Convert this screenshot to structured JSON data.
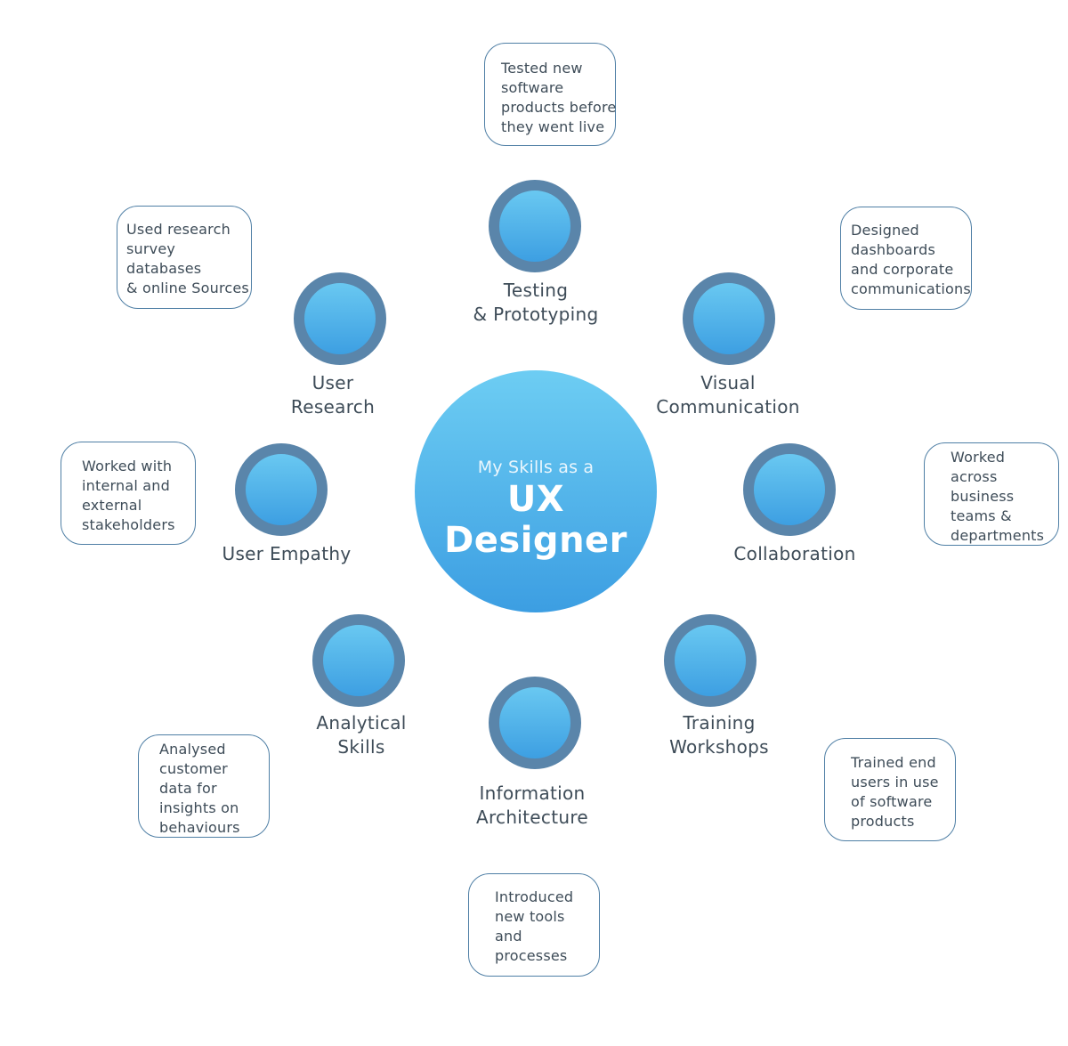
{
  "hub": {
    "subtitle": "My Skills as a",
    "title": "UX Designer"
  },
  "skills": [
    {
      "id": "testing",
      "label_lines": [
        "Testing",
        "& Prototyping"
      ],
      "note_lines": [
        "Tested new",
        "software",
        "products before",
        "they went live"
      ]
    },
    {
      "id": "visual",
      "label_lines": [
        "Visual",
        "Communication"
      ],
      "note_lines": [
        "Designed",
        "dashboards",
        "and corporate",
        "communications"
      ]
    },
    {
      "id": "collaboration",
      "label_lines": [
        "Collaboration"
      ],
      "note_lines": [
        "Worked",
        "across",
        "business",
        "teams &",
        "departments"
      ]
    },
    {
      "id": "training",
      "label_lines": [
        "Training",
        "Workshops"
      ],
      "note_lines": [
        "Trained end",
        "users in use",
        "of software",
        "products"
      ]
    },
    {
      "id": "info-arch",
      "label_lines": [
        "Information",
        "Architecture"
      ],
      "note_lines": [
        "Introduced",
        "new tools",
        "and",
        "processes"
      ]
    },
    {
      "id": "analytical",
      "label_lines": [
        "Analytical",
        "Skills"
      ],
      "note_lines": [
        "Analysed",
        "customer",
        "data for",
        "insights on",
        "behaviours"
      ]
    },
    {
      "id": "empathy",
      "label_lines": [
        "User Empathy"
      ],
      "note_lines": [
        "Worked with",
        "internal and",
        "external",
        "stakeholders"
      ]
    },
    {
      "id": "research",
      "label_lines": [
        "User",
        "Research"
      ],
      "note_lines": [
        "Used research",
        "survey",
        "databases",
        "& online Sources"
      ]
    }
  ]
}
